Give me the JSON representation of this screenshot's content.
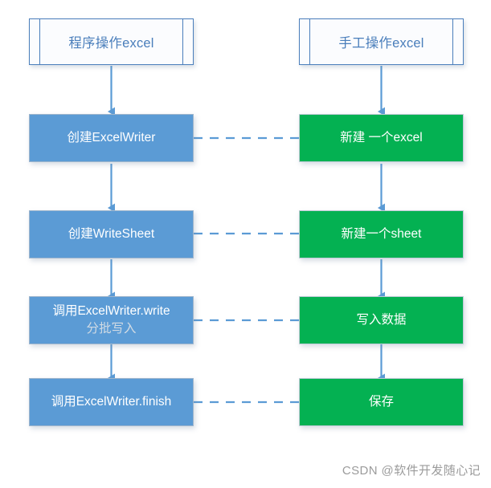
{
  "diagram": {
    "title": "excel write flow comparison",
    "colors": {
      "blue_fill": "#5b9bd5",
      "green_fill": "#04b152",
      "header_border": "#4a7ebb",
      "header_text": "#4a7ebb",
      "connector": "#5b9bd5",
      "node_text": "#ffffff",
      "node_subtext": "#d2dbe4",
      "watermark_text": "#9b9b9b"
    },
    "columns": [
      {
        "id": "program",
        "header": "程序操作excel"
      },
      {
        "id": "manual",
        "header": "手工操作excel"
      }
    ],
    "left_nodes": [
      {
        "line1": "创建ExcelWriter",
        "line2": ""
      },
      {
        "line1": "创建WriteSheet",
        "line2": ""
      },
      {
        "line1": "调用ExcelWriter.write",
        "line2": "分批写入"
      },
      {
        "line1": "调用ExcelWriter.finish",
        "line2": ""
      }
    ],
    "right_nodes": [
      {
        "line1": "新建 一个excel",
        "line2": ""
      },
      {
        "line1": "新建一个sheet",
        "line2": ""
      },
      {
        "line1": "写入数据",
        "line2": ""
      },
      {
        "line1": "保存",
        "line2": ""
      }
    ],
    "links": [
      {
        "from": "创建ExcelWriter",
        "to": "新建 一个excel",
        "style": "dashed"
      },
      {
        "from": "创建WriteSheet",
        "to": "新建一个sheet",
        "style": "dashed"
      },
      {
        "from": "调用ExcelWriter.write",
        "to": "写入数据",
        "style": "dashed"
      },
      {
        "from": "调用ExcelWriter.finish",
        "to": "保存",
        "style": "dashed"
      }
    ]
  },
  "watermark": {
    "text": "CSDN @软件开发随心记"
  }
}
